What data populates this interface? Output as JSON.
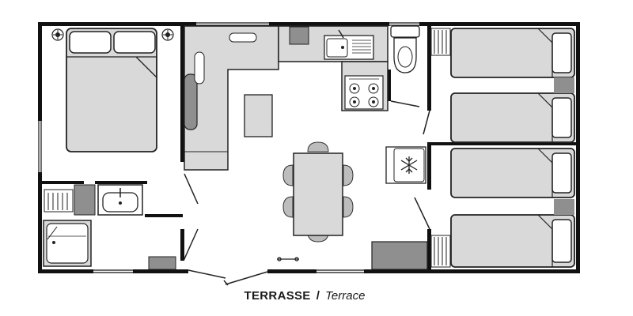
{
  "caption": {
    "main": "TERRASSE",
    "separator": "/",
    "translation": "Terrace"
  },
  "colors": {
    "wall": "#111111",
    "furniture_fill": "#d9d9d9",
    "furniture_dark": "#8f8f8f",
    "line": "#222222",
    "background": "#ffffff"
  },
  "rooms": [
    "master-bedroom",
    "bathroom",
    "living-kitchen",
    "toilet",
    "twin-bedroom-1",
    "twin-bedroom-2"
  ],
  "icons": {
    "heater": "snowflake-icon",
    "outlets": "socket-icon"
  }
}
